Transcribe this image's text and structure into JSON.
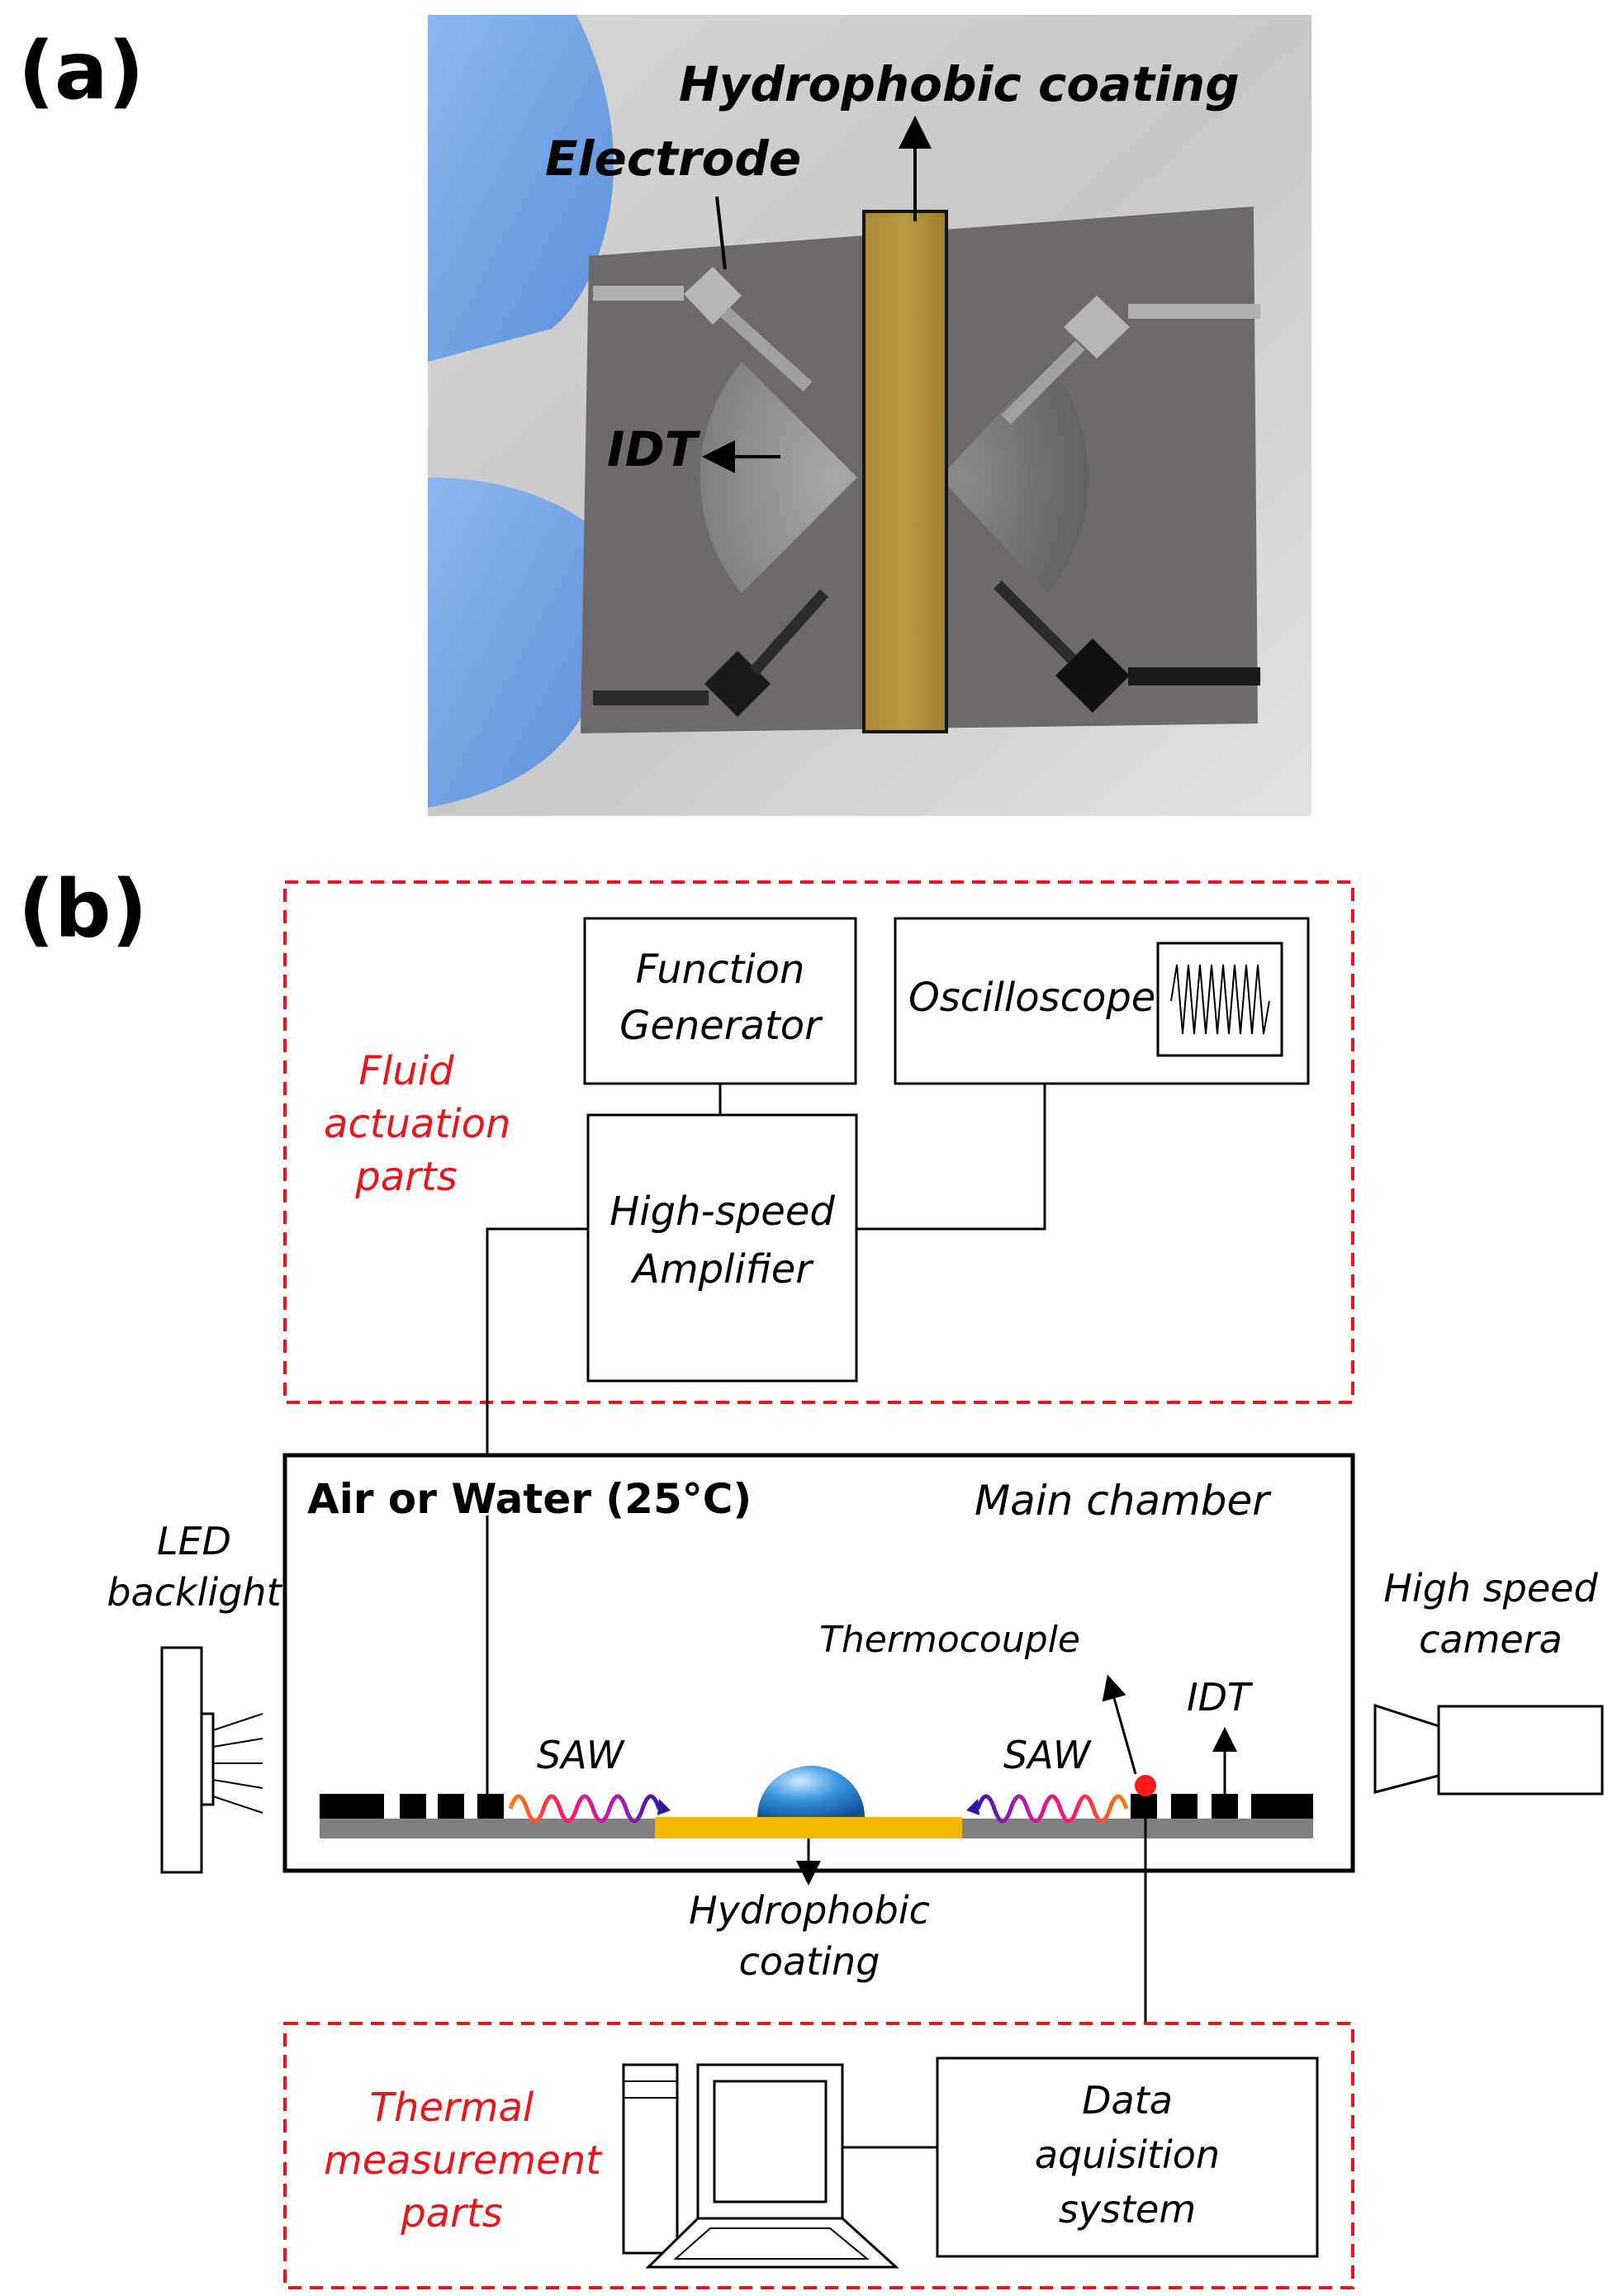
{
  "panel_a": {
    "label": "(a)",
    "annotations": {
      "hydrophobic_coating": "Hydrophobic coating",
      "electrode": "Electrode",
      "idt": "IDT"
    }
  },
  "panel_b": {
    "label": "(b)",
    "fluid_actuation": {
      "group_label": [
        "Fluid",
        "actuation",
        "parts"
      ],
      "function_generator": [
        "Function",
        "Generator"
      ],
      "oscilloscope": "Oscilloscope",
      "amplifier": [
        "High-speed",
        "Amplifier"
      ]
    },
    "chamber": {
      "medium": "Air or Water (25°C)",
      "title": "Main chamber",
      "saw_left": "SAW",
      "saw_right": "SAW",
      "thermocouple": "Thermocouple",
      "idt": "IDT",
      "coating": [
        "Hydrophobic",
        "coating"
      ]
    },
    "led": [
      "LED",
      "backlight"
    ],
    "camera": [
      "High speed",
      "camera"
    ],
    "thermal": {
      "group_label": [
        "Thermal",
        "measurement",
        "parts"
      ],
      "daq": [
        "Data",
        "aquisition",
        "system"
      ]
    }
  },
  "colors": {
    "dashed_box": "#e8161b",
    "coating": "#f5b800",
    "droplet": "#2f8fd6",
    "substrate": "#808080",
    "thermocouple_dot": "#ff1a1a"
  }
}
